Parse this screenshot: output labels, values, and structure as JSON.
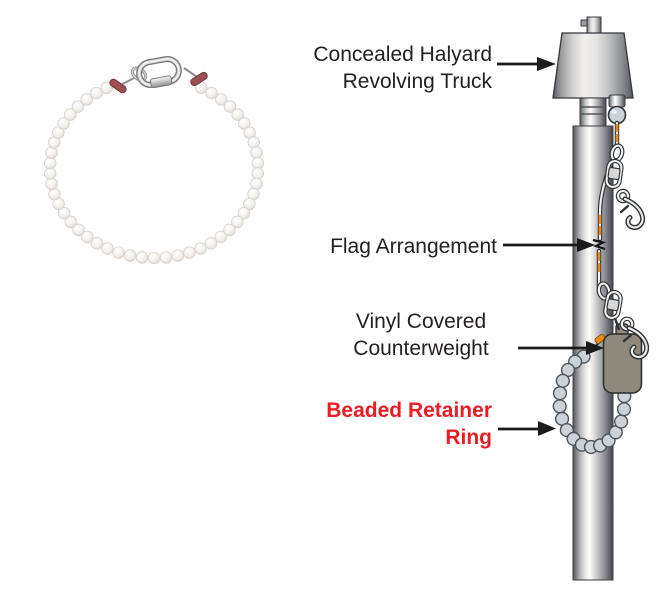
{
  "diagram": {
    "background": "#ffffff",
    "labels": {
      "truck": {
        "line1": "Concealed Halyard",
        "line2": "Revolving Truck",
        "color": "#231f20"
      },
      "flag": {
        "line1": "Flag Arrangement",
        "color": "#231f20"
      },
      "counterweight": {
        "line1": "Vinyl Covered",
        "line2": "Counterweight",
        "color": "#231f20"
      },
      "retainer_ring": {
        "line1": "Beaded Retainer",
        "line2": "Ring",
        "color": "#ec1c24"
      }
    },
    "colors": {
      "arrow": "#1b1b1b",
      "halyard_marker_orange": "#ee8a1c",
      "chain_bead_gray": "#cbd3d8",
      "counterweight_vinyl": "#8f887d",
      "pole_metal_light": "#fdfcfa",
      "pole_metal_dark": "#4e5156",
      "photo_bead_white": "#f4f1ee",
      "photo_crimp_maroon": "#9d5052",
      "photo_link_silver": "#d8d8d6"
    }
  }
}
